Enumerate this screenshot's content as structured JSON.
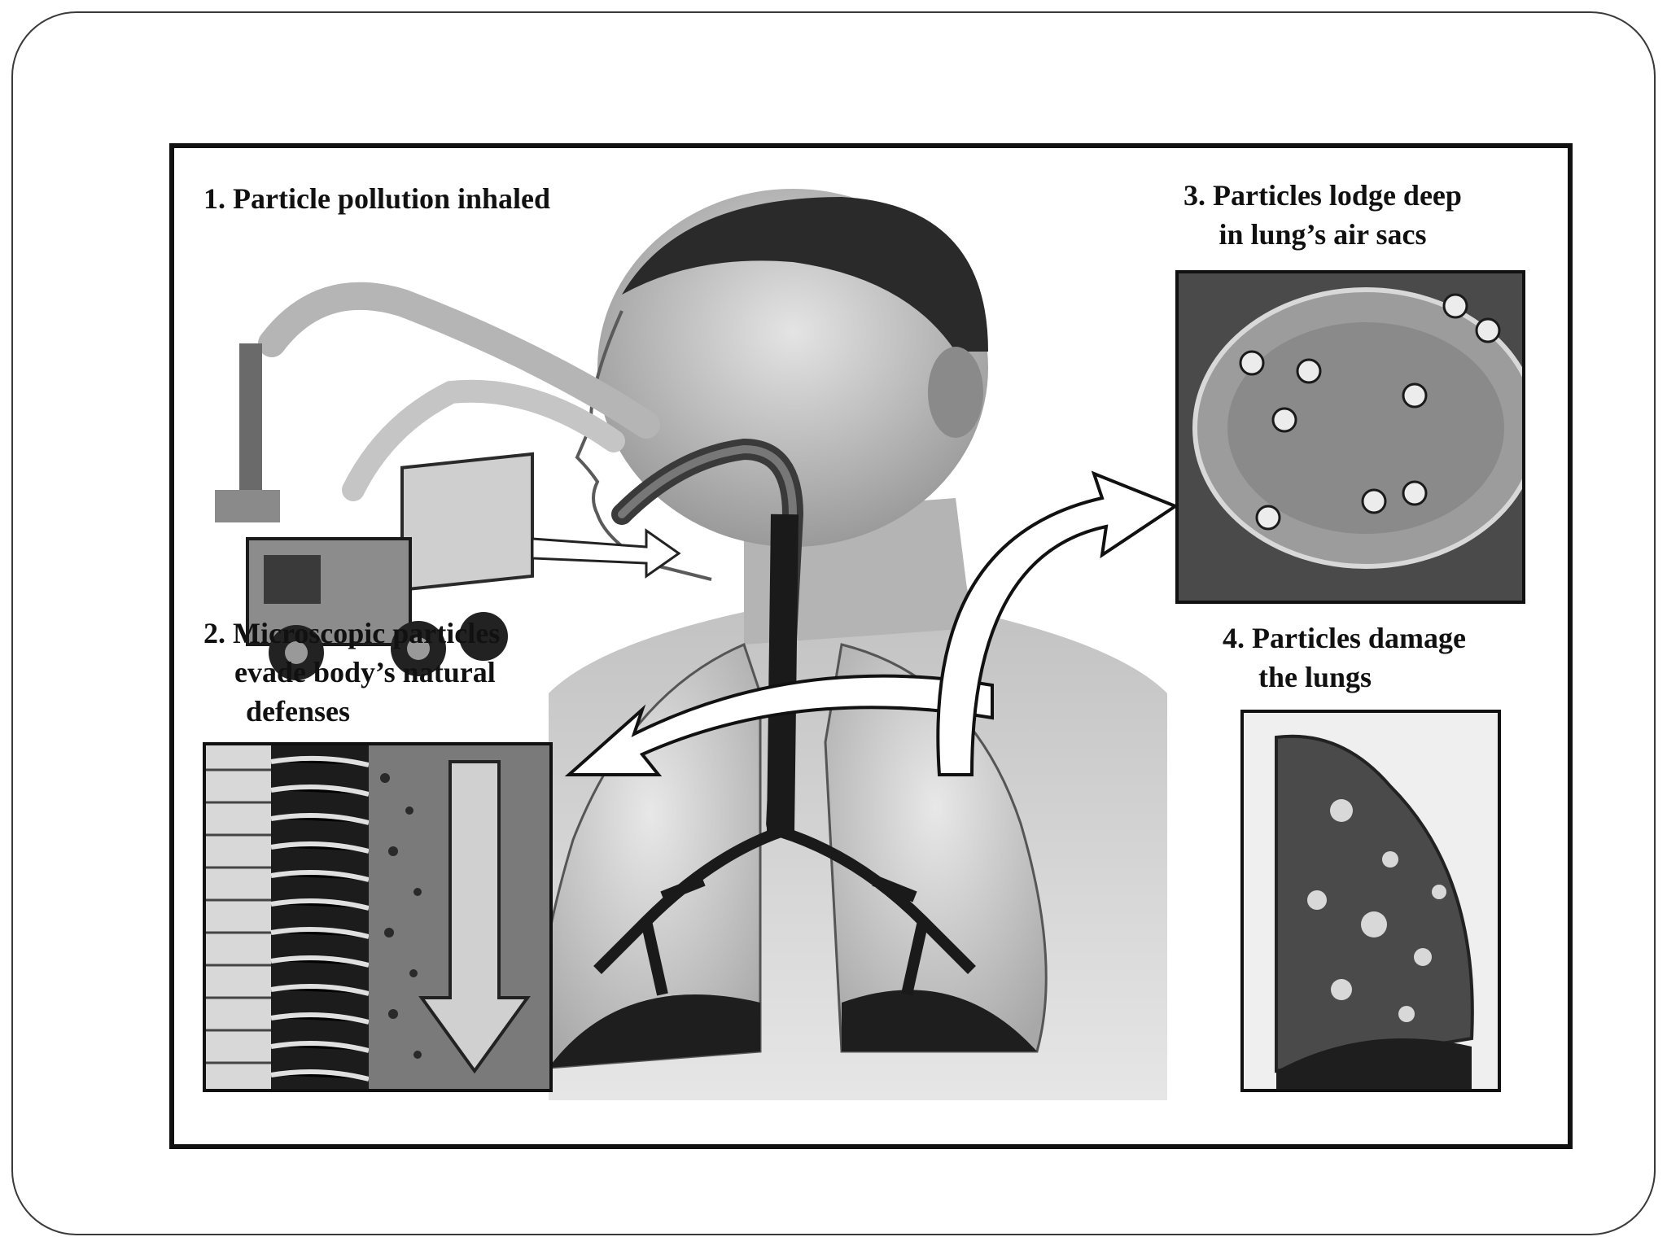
{
  "figure": {
    "steps": [
      {
        "number": "1.",
        "lines": [
          "Particle pollution inhaled"
        ]
      },
      {
        "number": "2.",
        "lines": [
          "Microscopic particles",
          "evade body’s natural",
          "defenses"
        ]
      },
      {
        "number": "3.",
        "lines": [
          "Particles lodge deep",
          "in lung’s air sacs"
        ]
      },
      {
        "number": "4.",
        "lines": [
          "Particles damage",
          "the lungs"
        ]
      }
    ],
    "style": {
      "ink": "#111111",
      "grayscale": true
    }
  },
  "icons": [
    "smokestack",
    "truck",
    "exhaust-smoke",
    "human-torso",
    "trachea",
    "lungs",
    "arrow",
    "cilia-cross-section",
    "alveolus",
    "damaged-lung"
  ]
}
